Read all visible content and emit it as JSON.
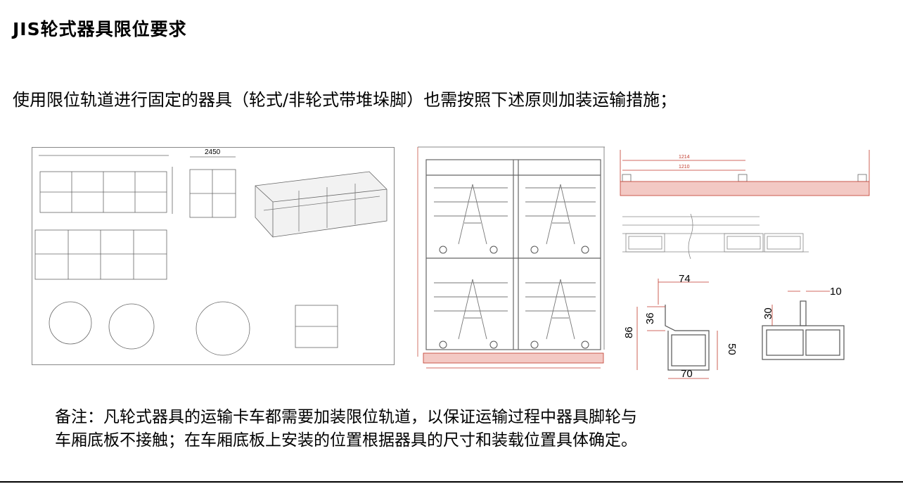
{
  "page": {
    "title": "JIS轮式器具限位要求",
    "intro": "使用限位轨道进行固定的器具（轮式/非轮式带堆垛脚）也需按照下述原则加装运输措施；",
    "note_line1": "备注：凡轮式器具的运输卡车都需要加装限位轨道，以保证运输过程中器具脚轮与",
    "note_line2": "车厢底板不接触；在车厢底板上安装的位置根据器具的尺寸和装载位置具体确定。"
  },
  "left_drawing": {
    "top_width": "2450"
  },
  "right_drawings": {
    "rail_dim_outer": "1214",
    "rail_dim_inner": "1210",
    "profile_left_dims": [
      "74",
      "36",
      "86",
      "50",
      "70"
    ],
    "profile_right_dims": [
      "10",
      "30"
    ]
  },
  "colors": {
    "drawing_line": "#555555",
    "red_line": "#c0392b",
    "floor_fill": "#f3c9c4"
  }
}
